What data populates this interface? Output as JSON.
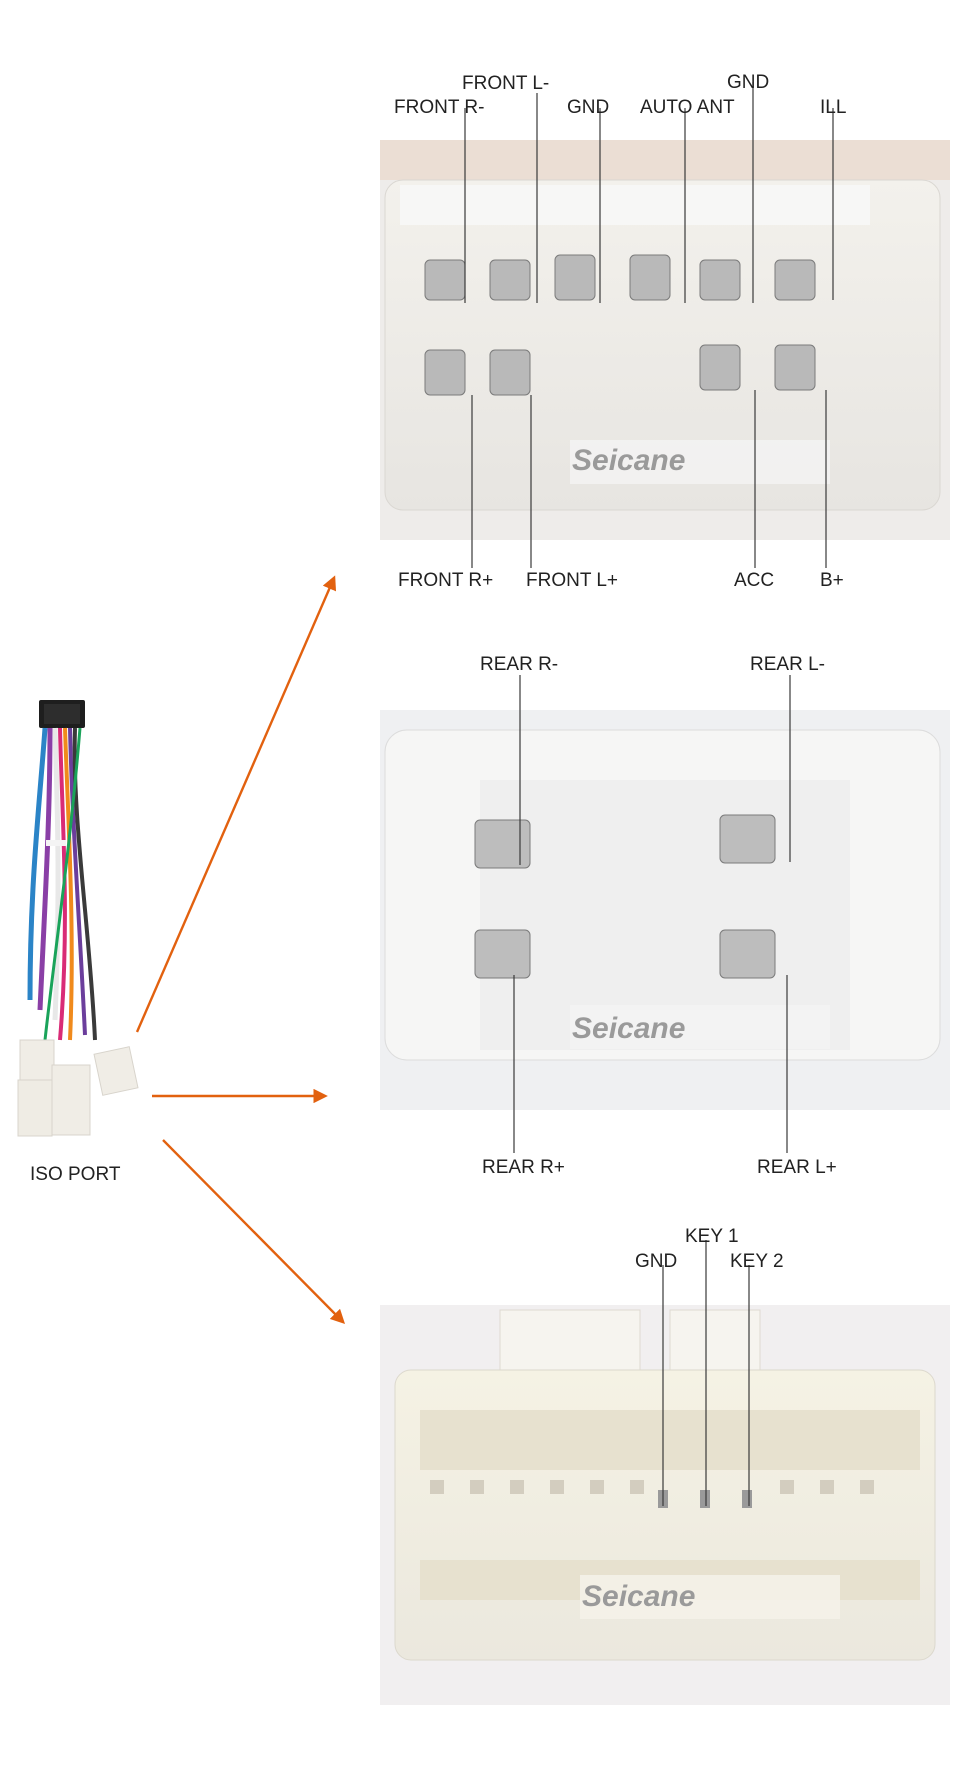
{
  "accent_color": "#e2610f",
  "brand": "Seicane",
  "iso_port_label": "ISO PORT",
  "connector_top": {
    "brand": "Seicane",
    "labels": {
      "front_l_minus": "FRONT L-",
      "gnd_upper": "GND",
      "front_r_minus": "FRONT R-",
      "gnd_lower": "GND",
      "auto_ant": "AUTO ANT",
      "ill": "ILL",
      "front_r_plus": "FRONT R+",
      "front_l_plus": "FRONT L+",
      "acc": "ACC",
      "b_plus": "B+"
    }
  },
  "connector_mid": {
    "brand": "Seicane",
    "labels": {
      "rear_r_minus": "REAR R-",
      "rear_l_minus": "REAR L-",
      "rear_r_plus": "REAR R+",
      "rear_l_plus": "REAR L+"
    }
  },
  "connector_bottom": {
    "brand": "Seicane",
    "labels": {
      "key1": "KEY 1",
      "gnd": "GND",
      "key2": "KEY 2"
    }
  }
}
